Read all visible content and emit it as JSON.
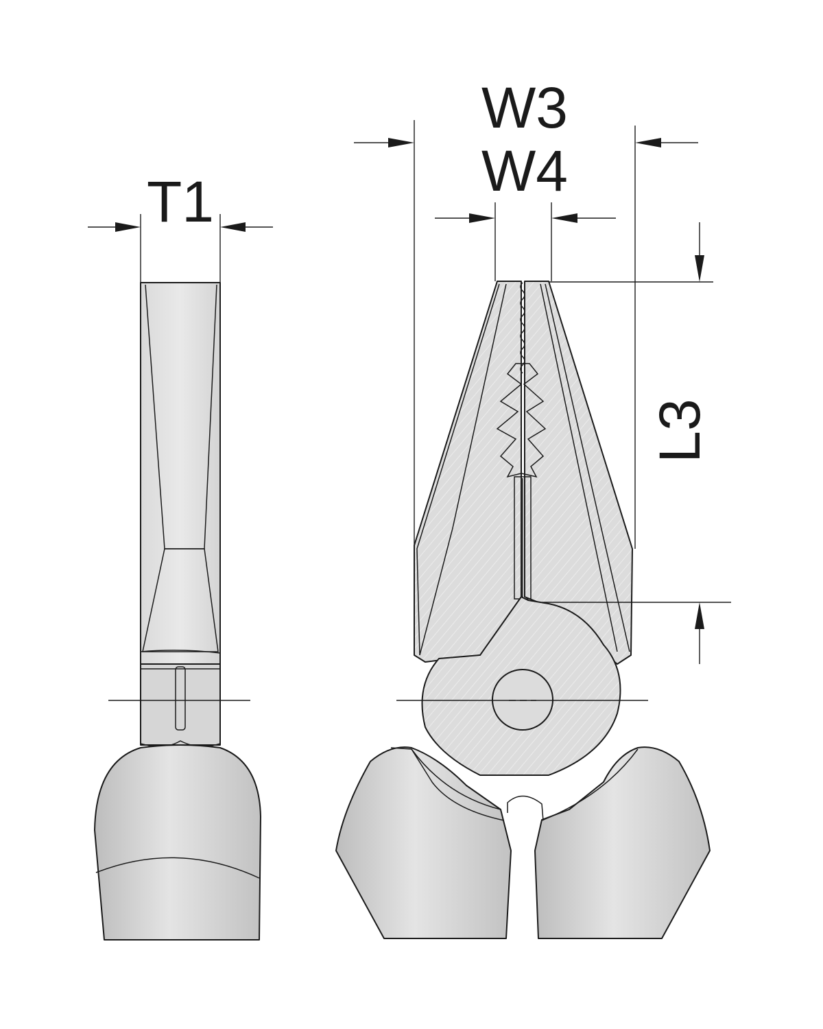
{
  "dimensions": {
    "t1": "T1",
    "w3": "W3",
    "w4": "W4",
    "l3": "L3"
  },
  "colors": {
    "line": "#1a1a1a",
    "metal_light": "#e6e6e6",
    "metal_mid": "#d6d6d6",
    "metal_dark": "#c4c4c4",
    "handle": "#cfcfcf"
  }
}
